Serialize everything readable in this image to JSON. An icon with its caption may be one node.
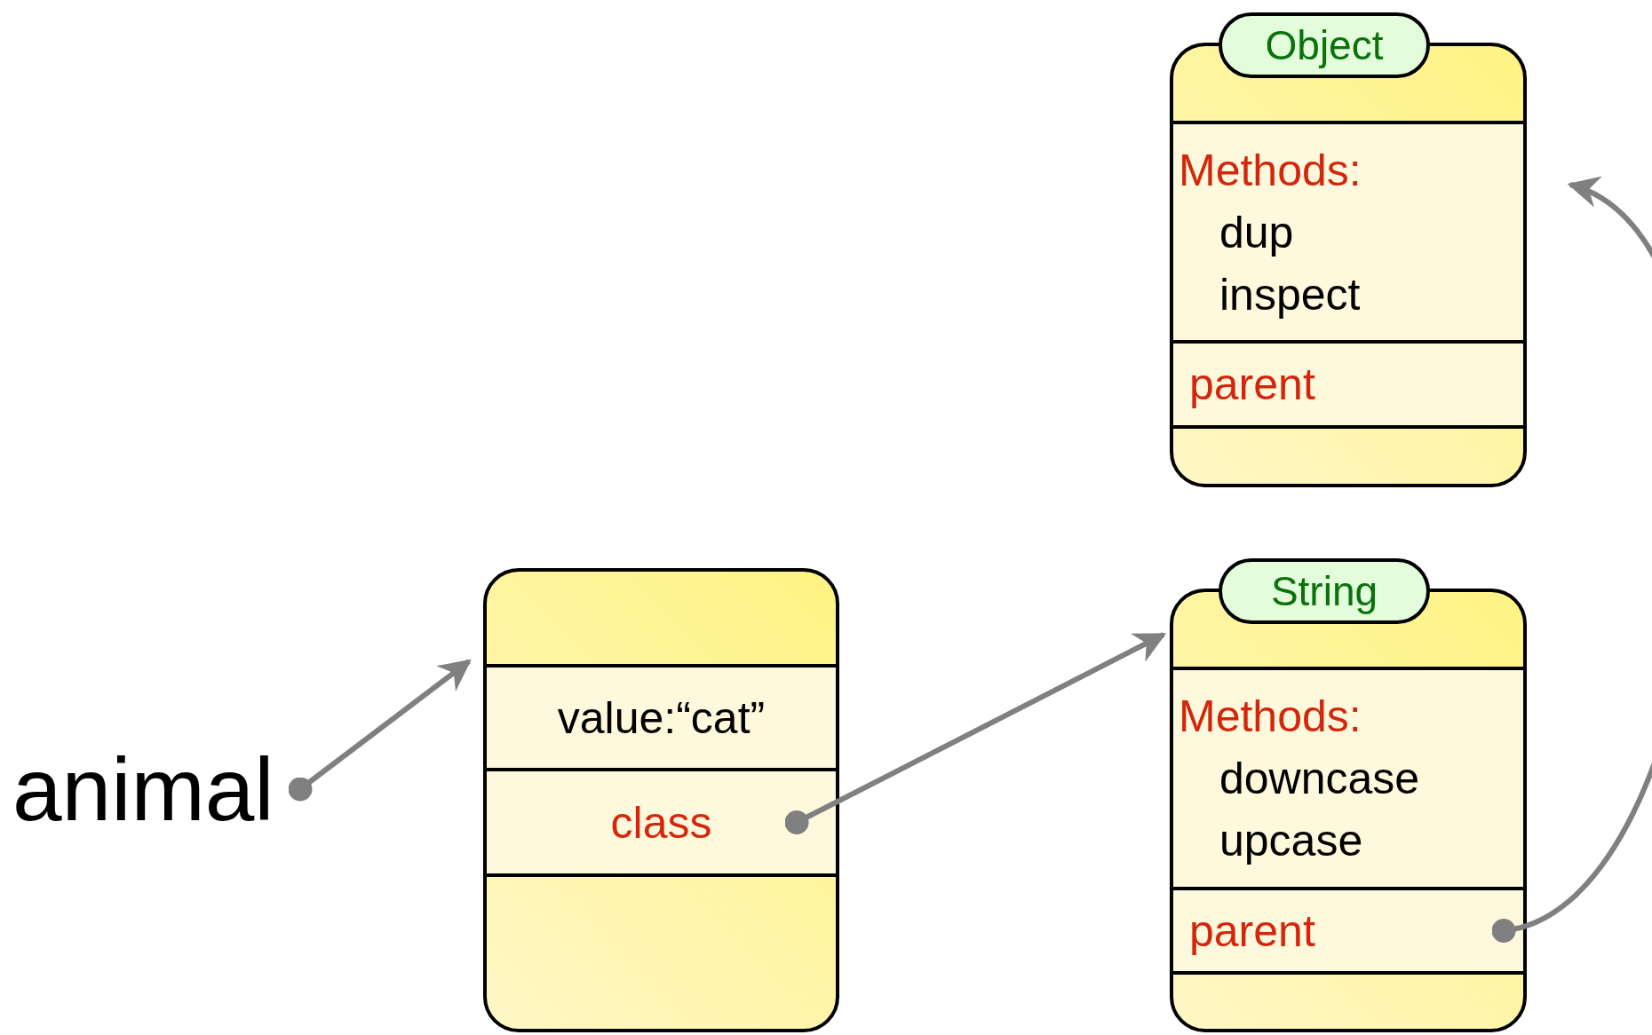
{
  "diagram": {
    "nodes": [
      {
        "text": [
          "Object"
        ]
      },
      {
        "text": [
          "Methods:",
          "dup",
          "inspect"
        ],
        "in": 0
      },
      {
        "text": [
          "parent"
        ],
        "in": 0
      },
      {
        "text": [
          "String"
        ]
      },
      {
        "text": [
          "Methods:",
          "downcase",
          "upcase"
        ],
        "in": 3
      },
      {
        "text": [
          "parent"
        ],
        "in": 3
      },
      {
        "text": [
          "animal"
        ]
      },
      {
        "text": [],
        "shape": "box"
      },
      {
        "text": [
          "value:“cat”"
        ],
        "in": 7
      },
      {
        "text": [
          "class"
        ],
        "in": 7
      }
    ],
    "edges": [
      {
        "from": 6,
        "to": 7,
        "arrow": "to"
      },
      {
        "from": 9,
        "to": 3,
        "arrow": "to"
      },
      {
        "from": 5,
        "to": 0,
        "arrow": "to"
      }
    ]
  }
}
